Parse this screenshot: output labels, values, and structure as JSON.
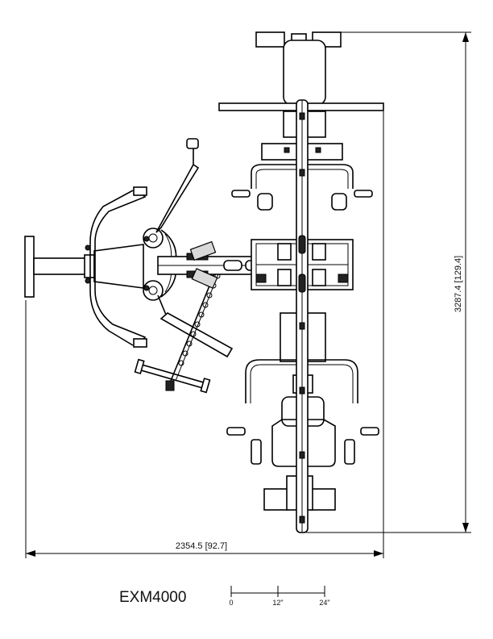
{
  "diagram": {
    "width_dimension": "2354.5 [92.7]",
    "height_dimension": "3287.4 [129.4]",
    "model": "EXM4000",
    "scale": {
      "labels": [
        "0",
        "12\"",
        "24\""
      ]
    }
  }
}
